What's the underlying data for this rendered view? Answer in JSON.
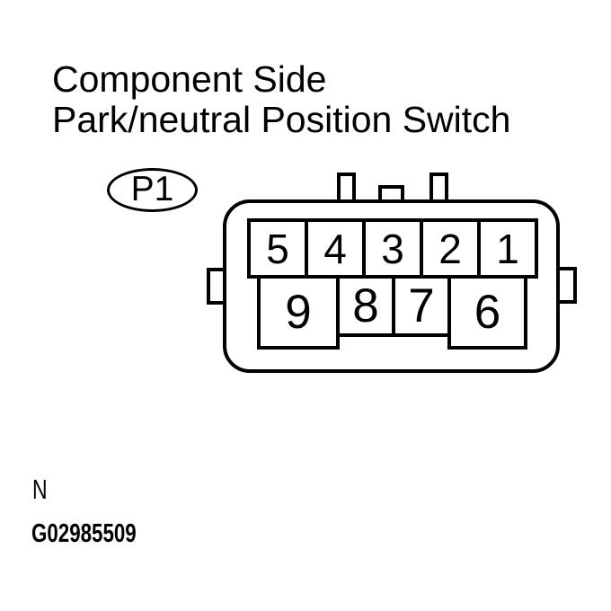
{
  "title": {
    "line1": "Component Side",
    "line2": "Park/neutral Position Switch"
  },
  "connector": {
    "label": "P1",
    "top_row_pins": [
      "5",
      "4",
      "3",
      "2",
      "1"
    ],
    "bottom_row_pins": [
      "9",
      "8",
      "7",
      "6"
    ]
  },
  "footer": {
    "position_indicator": "N",
    "figure_id": "G02985509"
  },
  "colors": {
    "line": "#000000",
    "background": "#ffffff"
  }
}
